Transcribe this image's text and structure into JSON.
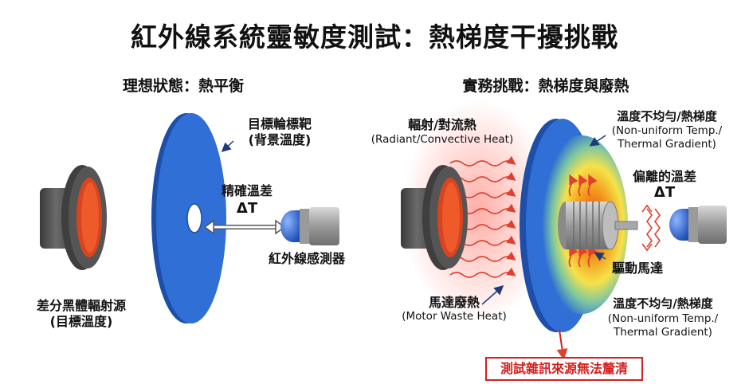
{
  "title": "紅外線系統靈敏度測試：熱梯度干擾挑戰",
  "left_panel": {
    "heading": "理想狀態：熱平衡",
    "target_label": "目標輪標靶",
    "target_label_sub": "(背景溫度)",
    "source_label": "差分黑體輻射源",
    "source_label_sub": "(目標溫度)",
    "delta_label": "精確溫差",
    "delta_symbol": "ΔT",
    "sensor_label": "紅外線感測器"
  },
  "right_panel": {
    "heading": "實務挑戰：熱梯度與廢熱",
    "radiant_label": "輻射/對流熱",
    "radiant_label_en": "(Radiant/Convective Heat)",
    "gradient_label_top": "溫度不均勻/熱梯度",
    "gradient_label_top_en1": "(Non-uniform Temp./",
    "gradient_label_top_en2": "Thermal Gradient)",
    "biased_label": "偏離的溫差",
    "delta_symbol": "ΔT",
    "motor_label": "驅動馬達",
    "waste_label": "馬達廢熱",
    "waste_label_en": "(Motor Waste Heat)",
    "gradient_label_bottom": "溫度不均勻/熱梯度",
    "gradient_label_bottom_en1": "(Non-uniform Temp./",
    "gradient_label_bottom_en2": "Thermal Gradient)",
    "warning": "測試雜訊來源無法釐清"
  },
  "colors": {
    "disc_blue": "#2f6fd6",
    "hot_red": "#e8321e",
    "warning_red": "#d2201f",
    "annotation_blue": "#1f3a7a"
  }
}
